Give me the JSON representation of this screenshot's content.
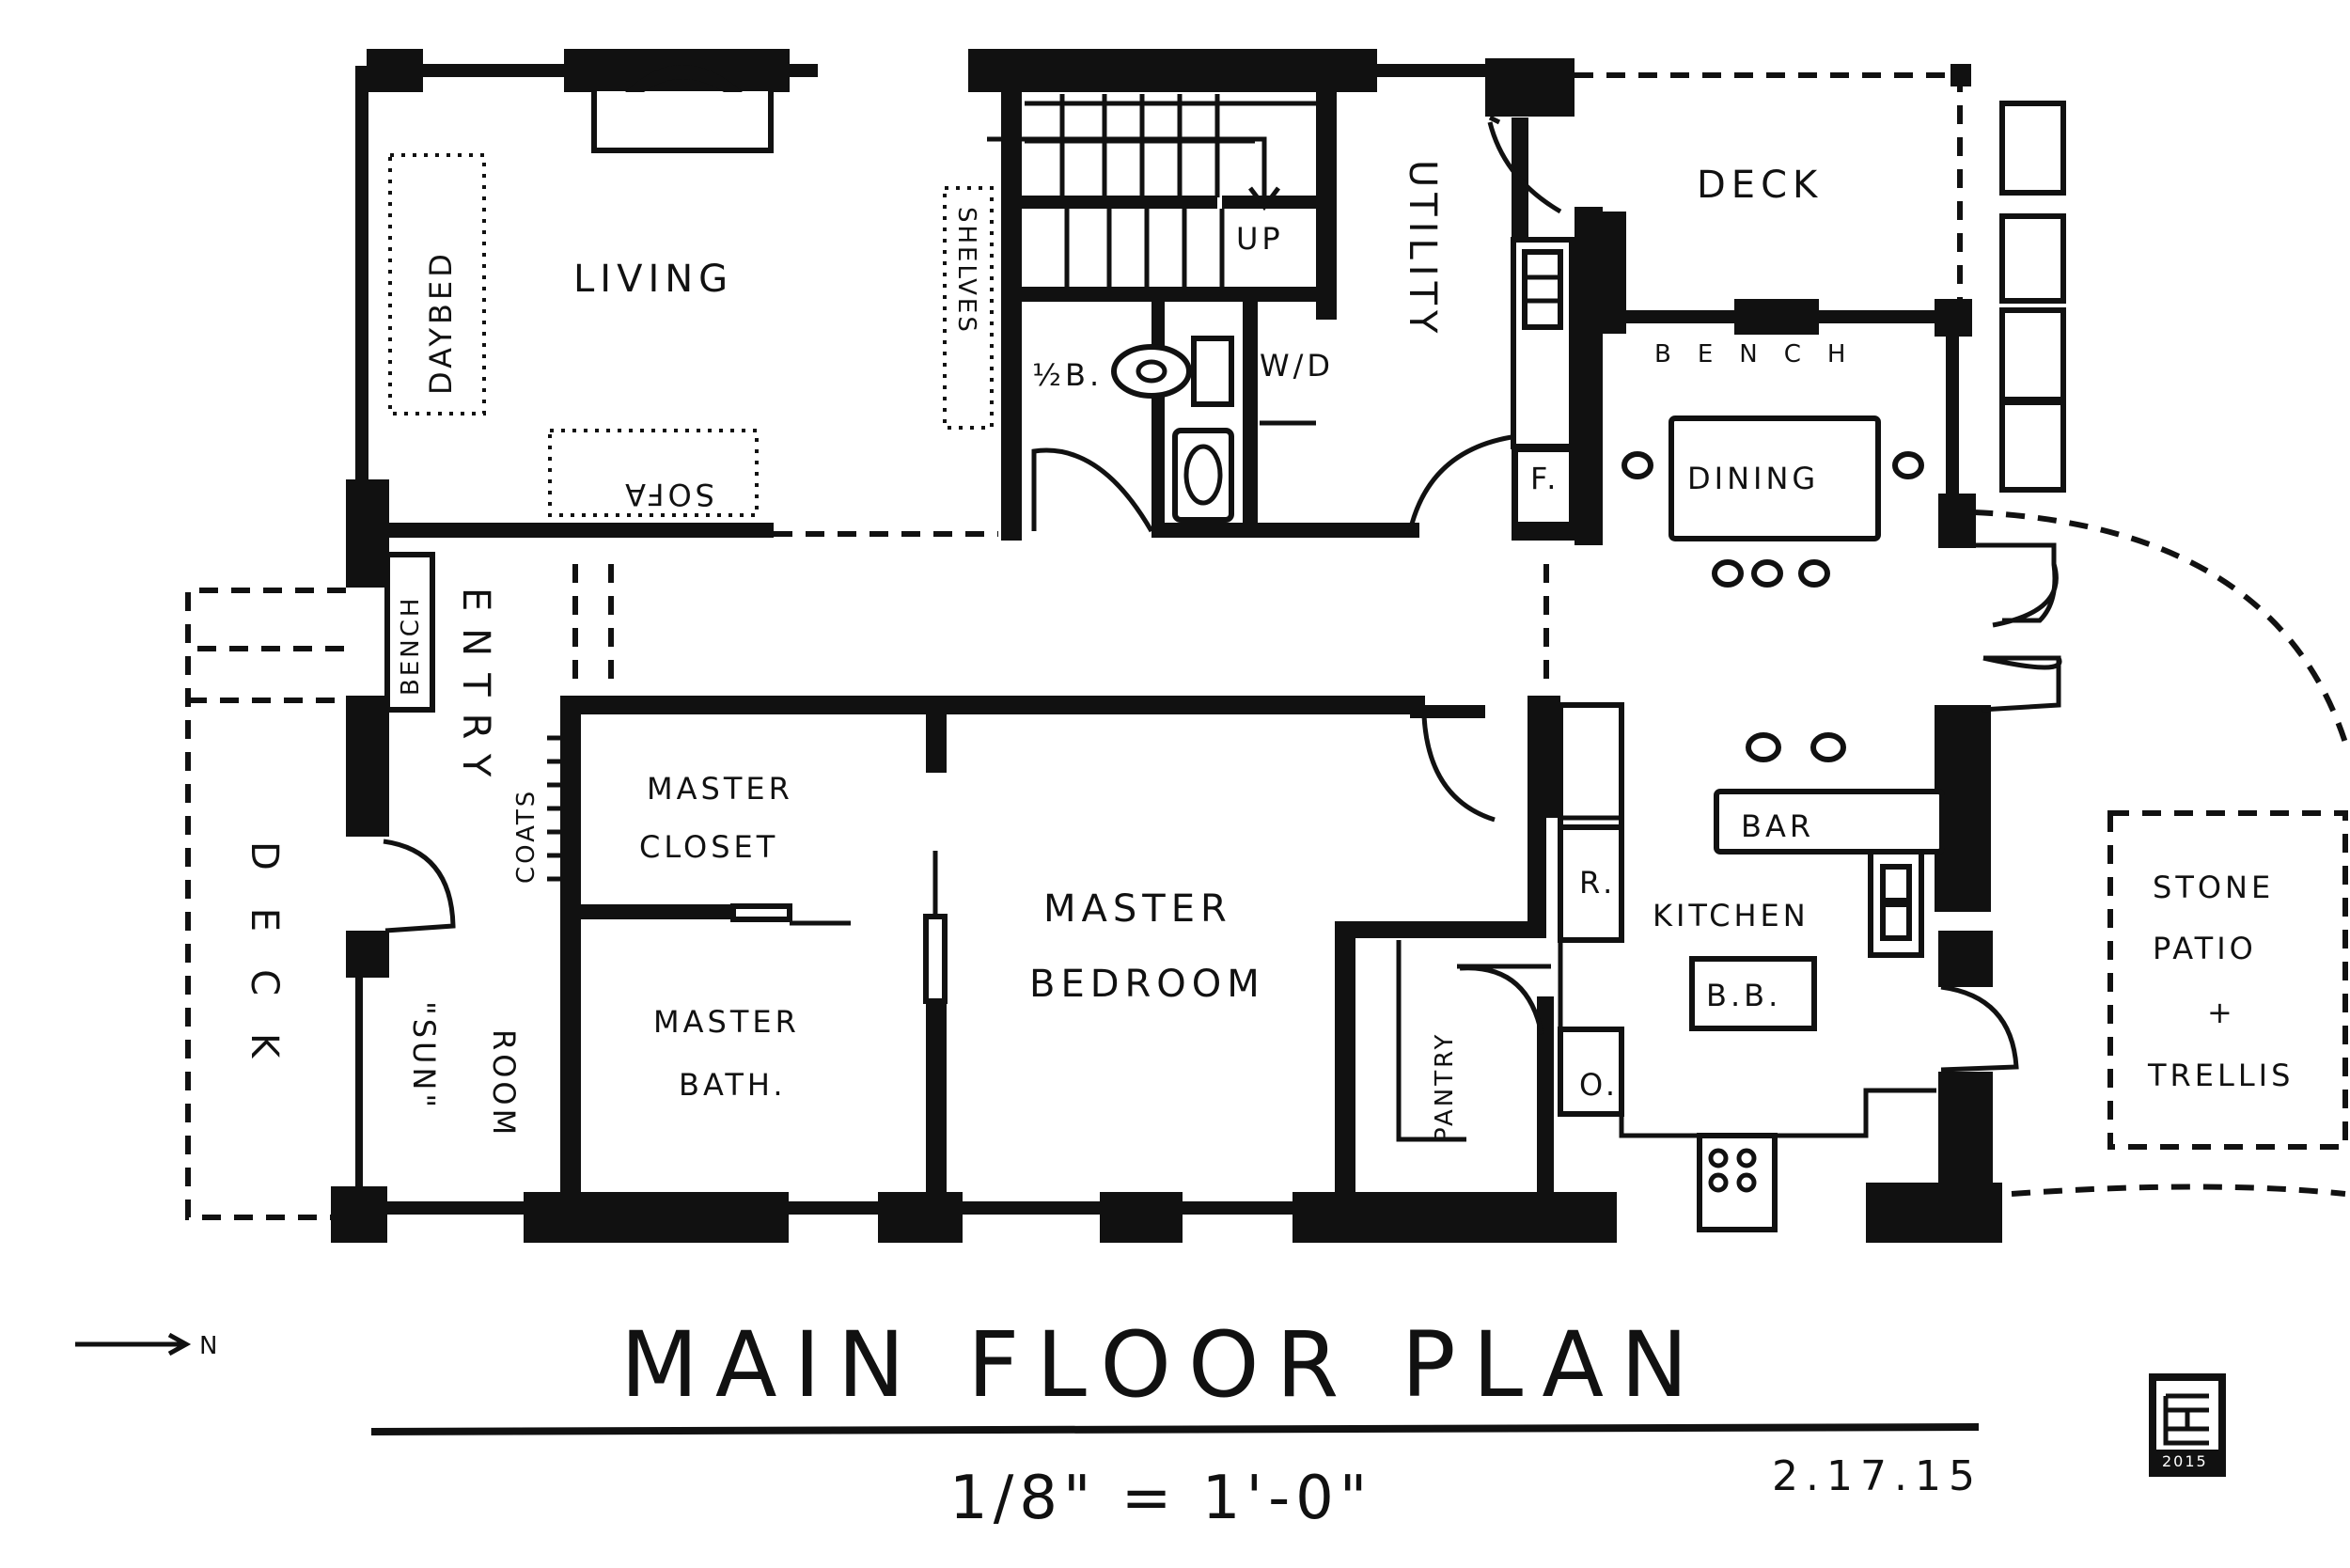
{
  "title": "MAIN FLOOR PLAN",
  "scale": "1/8\" = 1'-0\"",
  "date": "2.17.15",
  "north": "N",
  "signature_year": "2015",
  "rooms": {
    "living": "LIVING",
    "daybed": "DAYBED",
    "sofa": "SOFA",
    "shelves": "SHELVES",
    "up": "UP",
    "half_bath": "½B.",
    "washer_dryer": "W/D",
    "utility": "UTILITY",
    "deck_north": "DECK",
    "bench_north": "BENCH",
    "dining": "DINING",
    "fridge_f": "F.",
    "bench_entry": "BENCH",
    "entry": "ENTRY",
    "coats": "COATS",
    "master_closet_1": "MASTER",
    "master_closet_2": "CLOSET",
    "master_bedroom_1": "MASTER",
    "master_bedroom_2": "BEDROOM",
    "master_bath_1": "MASTER",
    "master_bath_2": "BATH.",
    "deck_south": "DECK",
    "sun_room_1": "\"SUN\"",
    "sun_room_2": "ROOM",
    "bar": "BAR",
    "refrigerator": "R.",
    "kitchen": "KITCHEN",
    "butcher_block": "B.B.",
    "pantry": "PANTRY",
    "oven": "O.",
    "patio_1": "STONE",
    "patio_2": "PATIO",
    "patio_3": "+",
    "patio_4": "TRELLIS"
  }
}
